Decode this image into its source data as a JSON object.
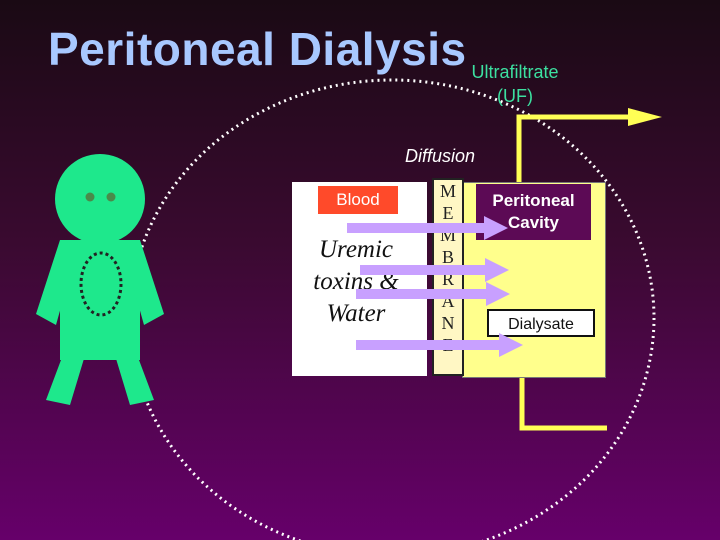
{
  "title": "Peritoneal Dialysis",
  "ultrafiltrate": {
    "line1": "Ultrafiltrate",
    "line2": "(UF)"
  },
  "diffusion": "Diffusion",
  "blood": "Blood",
  "uremic": {
    "line1": "Uremic",
    "line2": "toxins &",
    "line3": "Water"
  },
  "membrane_letters": [
    "M",
    "E",
    "M",
    "B",
    "R",
    "A",
    "N",
    "E"
  ],
  "peritoneal_cavity": {
    "line1": "Peritoneal",
    "line2": "Cavity"
  },
  "dialysate": "Dialysate",
  "colors": {
    "title": "#a8c8ff",
    "ultrafiltrate_text": "#3ce0a0",
    "figure": "#1ee88c",
    "flow_line": "#ffff55",
    "arrow": "#c8a0ff",
    "blood_label_bg": "#ff4a2a",
    "peritoneal_label_bg": "#5c0a55",
    "cavity_fill": "#ffff8c"
  }
}
